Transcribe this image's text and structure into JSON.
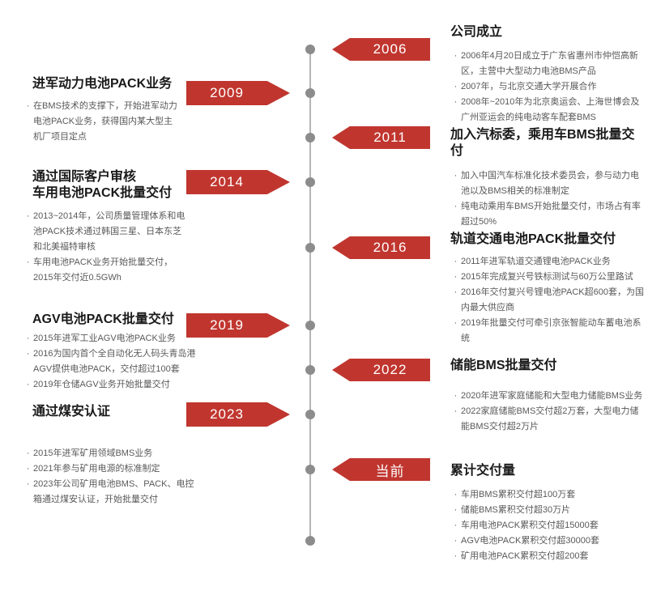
{
  "colors": {
    "accent": "#C0362F",
    "line": "#B5B5B5",
    "dot": "#8C8C8C",
    "title_text": "#1A1A1A",
    "body_text": "#595959",
    "year_text": "#FFFFFF"
  },
  "timeline": {
    "milestones": [
      {
        "year": "2006",
        "side": "right",
        "title": "公司成立",
        "bullets": [
          "2006年4月20日成立于广东省惠州市仲恺高新区，主营中大型动力电池BMS产品",
          "2007年，与北京交通大学开展合作",
          "2008年~2010年为北京奥运会、上海世博会及广州亚运会的纯电动客车配套BMS"
        ]
      },
      {
        "year": "2009",
        "side": "left",
        "title": "进军动力电池PACK业务",
        "bullets": [
          "在BMS技术的支撑下，开始进军动力电池PACK业务，获得国内某大型主机厂项目定点"
        ]
      },
      {
        "year": "2011",
        "side": "right",
        "title": "加入汽标委，乘用车BMS批量交付",
        "bullets": [
          "加入中国汽车标准化技术委员会，参与动力电池以及BMS相关的标准制定",
          "纯电动乘用车BMS开始批量交付，市场占有率超过50%"
        ]
      },
      {
        "year": "2014",
        "side": "left",
        "title": "通过国际客户审核\n车用电池PACK批量交付",
        "bullets": [
          "2013~2014年，公司质量管理体系和电池PACK技术通过韩国三星、日本东芝和北美福特审核",
          "车用电池PACK业务开始批量交付，2015年交付近0.5GWh"
        ]
      },
      {
        "year": "2016",
        "side": "right",
        "title": "轨道交通电池PACK批量交付",
        "bullets": [
          "2011年进军轨道交通锂电池PACK业务",
          "2015年完成复兴号铁标测试与60万公里路试",
          "2016年交付复兴号锂电池PACK超600套，为国内最大供应商",
          "2019年批量交付可牵引京张智能动车蓄电池系统"
        ]
      },
      {
        "year": "2019",
        "side": "left",
        "title": "AGV电池PACK批量交付",
        "bullets": [
          "2015年进军工业AGV电池PACK业务",
          "2016为国内首个全自动化无人码头青岛港AGV提供电池PACK，交付超过100套",
          "2019年仓储AGV业务开始批量交付"
        ]
      },
      {
        "year": "2022",
        "side": "right",
        "title": "储能BMS批量交付",
        "bullets": [
          "2020年进军家庭储能和大型电力储能BMS业务",
          "2022家庭储能BMS交付超2万套，大型电力储能BMS交付超2万片"
        ]
      },
      {
        "year": "2023",
        "side": "left",
        "title": "通过煤安认证",
        "bullets": [
          "2015年进军矿用领域BMS业务",
          "2021年参与矿用电源的标准制定",
          "2023年公司矿用电池BMS、PACK、电控箱通过煤安认证，开始批量交付"
        ]
      },
      {
        "year": "当前",
        "side": "right",
        "title": "累计交付量",
        "bullets": [
          "车用BMS累积交付超100万套",
          "储能BMS累积交付超30万片",
          "车用电池PACK累积交付超15000套",
          "AGV电池PACK累积交付超30000套",
          "矿用电池PACK累积交付超200套"
        ]
      }
    ]
  }
}
